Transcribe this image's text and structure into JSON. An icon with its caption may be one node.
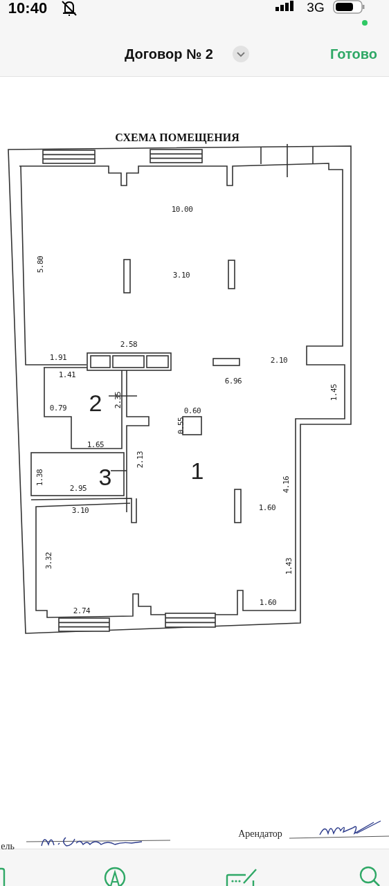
{
  "diagram": {
    "title": "СХЕМА ПОМЕЩЕНИЯ",
    "labels": [
      "10:40",
      "3G",
      "Договор № 2",
      "Готово",
      "10.00",
      "5.80",
      "3.10",
      "2.58",
      "1.91",
      "2.10",
      "1.41",
      "6.96",
      "1.45",
      "0.79",
      "2",
      "2.35",
      "0.60",
      "0.55",
      "1.65",
      "1.38",
      "3",
      "2.13",
      "1",
      "2.95",
      "4.16",
      "3.10",
      "1.60",
      "3.32",
      "1.43",
      "2.74",
      "1.60",
      "ель",
      "Арендатор"
    ]
  }
}
